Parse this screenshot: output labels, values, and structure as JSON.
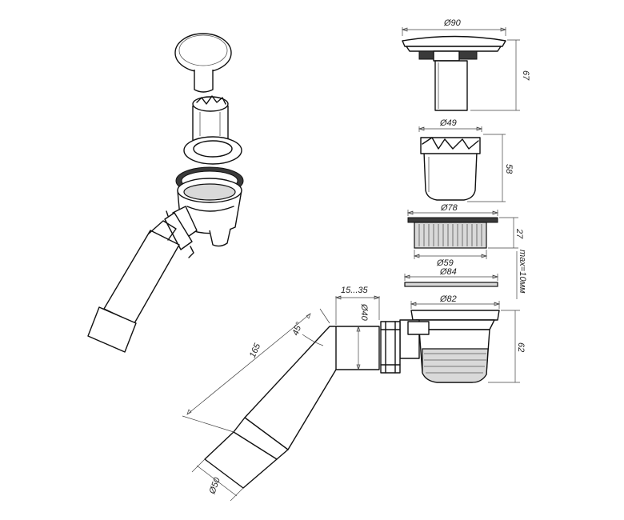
{
  "dimensions": {
    "d90": "Ø90",
    "h67": "67",
    "d49": "Ø49",
    "h58": "58",
    "d78": "Ø78",
    "h27": "27",
    "d59": "Ø59",
    "max": "max=10мм",
    "d84": "Ø84",
    "d82": "Ø82",
    "h62": "62",
    "r15_35": "15...35",
    "d40": "Ø40",
    "a45": "45°",
    "l165": "165",
    "d50": "Ø50"
  }
}
